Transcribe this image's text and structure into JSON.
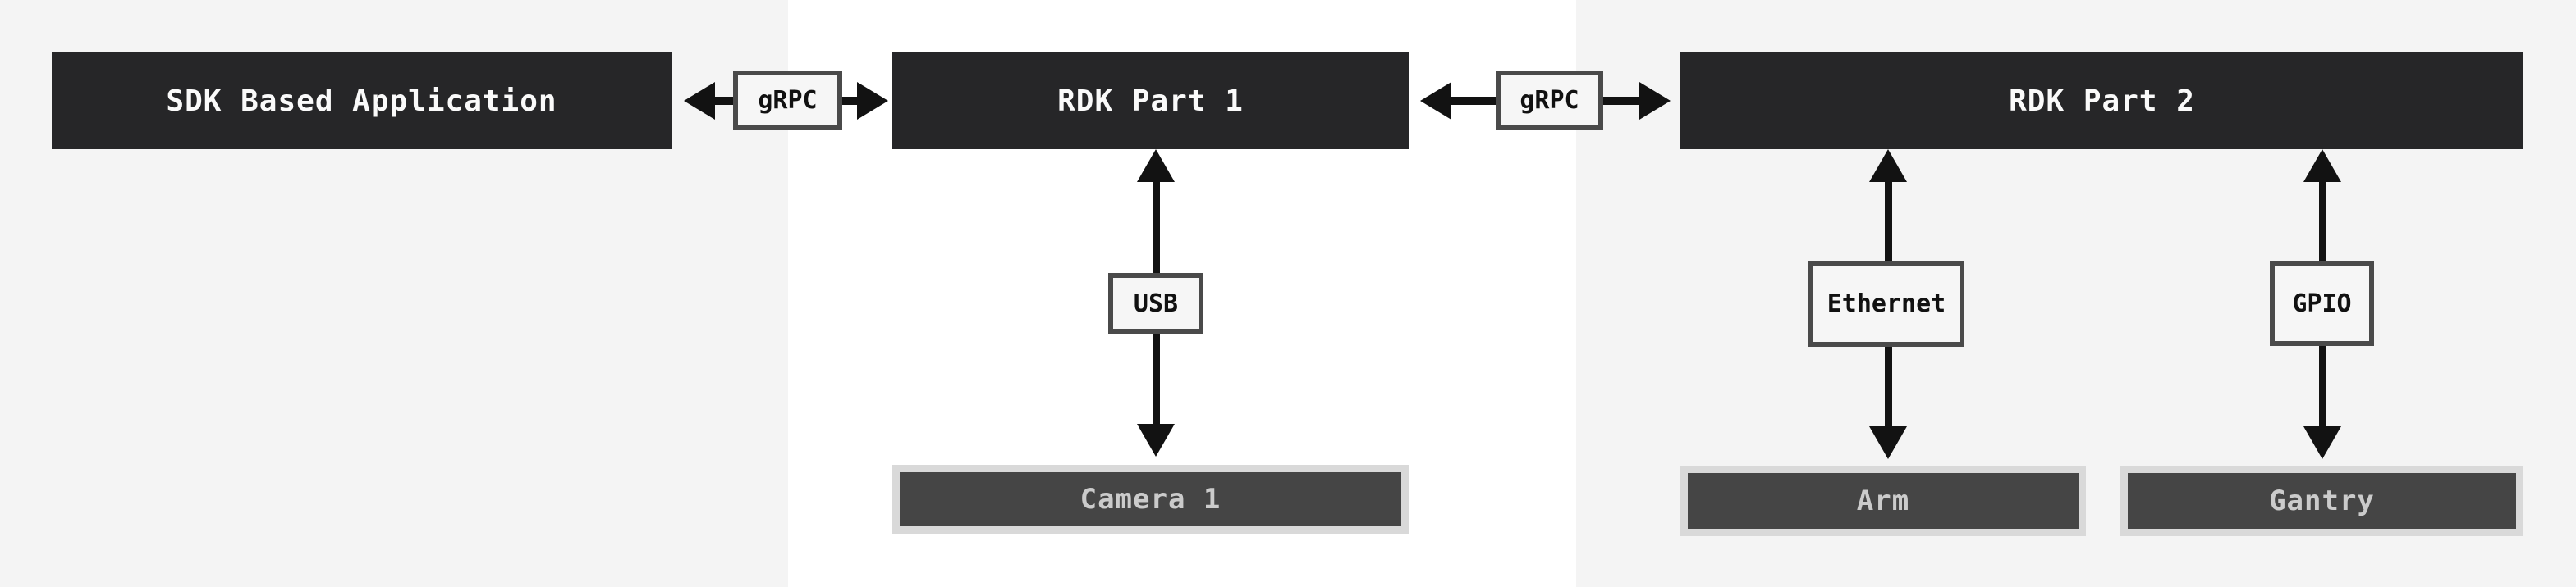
{
  "diagram": {
    "nodes": {
      "sdk_app": {
        "label": "SDK Based Application"
      },
      "rdk_part_1": {
        "label": "RDK Part 1"
      },
      "rdk_part_2": {
        "label": "RDK Part 2"
      },
      "camera_1": {
        "label": "Camera 1"
      },
      "arm": {
        "label": "Arm"
      },
      "gantry": {
        "label": "Gantry"
      }
    },
    "connectors": {
      "grpc_1": {
        "label": "gRPC",
        "from": "SDK Based Application",
        "to": "RDK Part 1",
        "style": "double-arrow-horizontal"
      },
      "grpc_2": {
        "label": "gRPC",
        "from": "RDK Part 1",
        "to": "RDK Part 2",
        "style": "double-arrow-horizontal"
      },
      "usb": {
        "label": "USB",
        "from": "RDK Part 1",
        "to": "Camera 1",
        "style": "double-arrow-vertical"
      },
      "ethernet": {
        "label": "Ethernet",
        "from": "RDK Part 2",
        "to": "Arm",
        "style": "double-arrow-vertical"
      },
      "gpio": {
        "label": "GPIO",
        "from": "RDK Part 2",
        "to": "Gantry",
        "style": "double-arrow-vertical"
      }
    }
  },
  "theme": {
    "--bg": "#f4f4f4",
    "--band": "#ffffff",
    "--node-dark": "#262628",
    "--node-text": "#fafafa",
    "--device-fill": "#454545",
    "--device-frame": "#d9d9d9",
    "--device-text": "#cbcbcb",
    "--label-bg": "#f6f6f6",
    "--label-border": "#4a4a4a",
    "--label-text": "#111111",
    "--arrow": "#121212"
  }
}
